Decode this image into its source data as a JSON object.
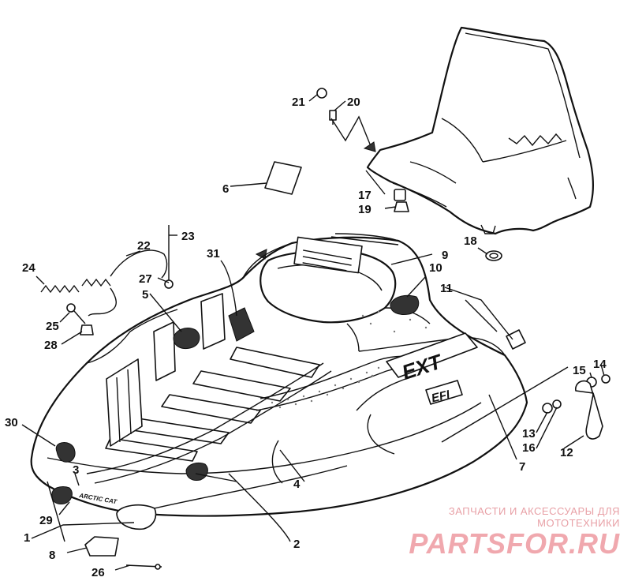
{
  "diagram": {
    "callouts": [
      {
        "id": "1",
        "text": "1"
      },
      {
        "id": "2",
        "text": "2"
      },
      {
        "id": "3",
        "text": "3"
      },
      {
        "id": "4",
        "text": "4"
      },
      {
        "id": "5",
        "text": "5"
      },
      {
        "id": "6",
        "text": "6"
      },
      {
        "id": "7",
        "text": "7"
      },
      {
        "id": "8",
        "text": "8"
      },
      {
        "id": "9",
        "text": "9"
      },
      {
        "id": "10",
        "text": "10"
      },
      {
        "id": "11",
        "text": "11"
      },
      {
        "id": "12",
        "text": "12"
      },
      {
        "id": "13",
        "text": "13"
      },
      {
        "id": "14",
        "text": "14"
      },
      {
        "id": "15",
        "text": "15"
      },
      {
        "id": "16",
        "text": "16"
      },
      {
        "id": "17",
        "text": "17"
      },
      {
        "id": "18",
        "text": "18"
      },
      {
        "id": "19",
        "text": "19"
      },
      {
        "id": "20",
        "text": "20"
      },
      {
        "id": "21",
        "text": "21"
      },
      {
        "id": "22",
        "text": "22"
      },
      {
        "id": "23",
        "text": "23"
      },
      {
        "id": "24",
        "text": "24"
      },
      {
        "id": "25",
        "text": "25"
      },
      {
        "id": "26",
        "text": "26"
      },
      {
        "id": "27",
        "text": "27"
      },
      {
        "id": "28",
        "text": "28"
      },
      {
        "id": "29",
        "text": "29"
      },
      {
        "id": "30",
        "text": "30"
      },
      {
        "id": "31",
        "text": "31"
      }
    ],
    "hood_decals": {
      "ext": "EXT",
      "efi": "EFI",
      "nose": "ARCTIC CAT"
    }
  },
  "watermark": {
    "tagline": "ЗАПЧАСТИ И АКСЕССУАРЫ ДЛЯ МОТОТЕХНИКИ",
    "brand": "PARTSFOR.RU"
  }
}
